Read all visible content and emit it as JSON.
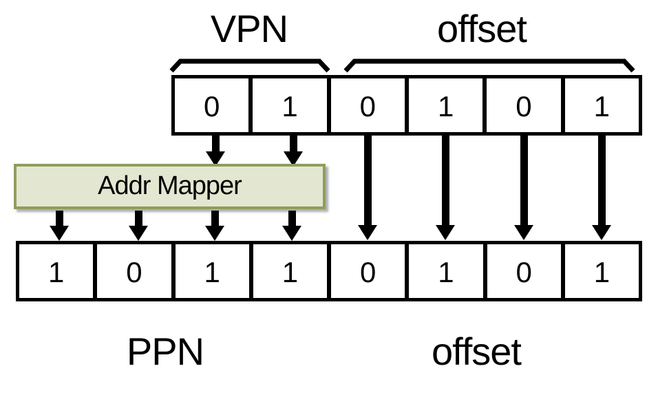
{
  "virtual_address": {
    "vpn_label": "VPN",
    "offset_label": "offset",
    "bits": [
      "0",
      "1",
      "0",
      "1",
      "0",
      "1"
    ],
    "vpn_bit_count": 2,
    "offset_bit_count": 4
  },
  "mapper": {
    "label": "Addr Mapper",
    "fill_color": "#e3e7d1",
    "border_color": "#8e9d5f"
  },
  "physical_address": {
    "ppn_label": "PPN",
    "offset_label": "offset",
    "bits": [
      "1",
      "0",
      "1",
      "1",
      "0",
      "1",
      "0",
      "1"
    ],
    "ppn_bit_count": 4,
    "offset_bit_count": 4
  },
  "colors": {
    "ink": "#000000",
    "background": "#ffffff"
  }
}
